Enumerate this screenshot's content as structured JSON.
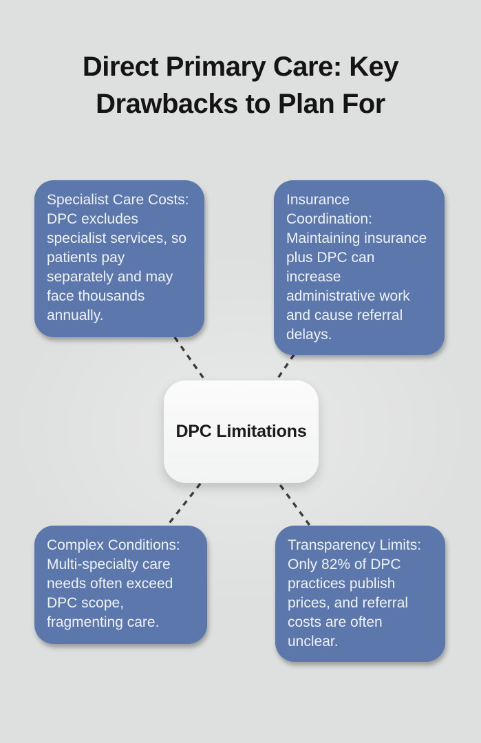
{
  "title": "Direct Primary Care: Key\nDrawbacks to Plan For",
  "center_node": {
    "label": "DPC Limitations"
  },
  "nodes": [
    {
      "id": "top-left",
      "text": "Specialist Care Costs:\nDPC excludes\nspecialist services, so\npatients pay\nseparately and may\nface thousands\nannually."
    },
    {
      "id": "top-right",
      "text": "Insurance\nCoordination:\nMaintaining insurance\nplus DPC can increase\nadministrative work\nand cause referral\ndelays."
    },
    {
      "id": "bottom-left",
      "text": "Complex Conditions:\nMulti-specialty care\nneeds often exceed\nDPC scope,\nfragmenting care."
    },
    {
      "id": "bottom-right",
      "text": "Transparency Limits:\nOnly 82% of DPC\npractices publish\nprices, and referral\ncosts are often\nunclear."
    }
  ],
  "colors": {
    "background": "#dedfdf",
    "node_fill": "#5b77ab",
    "node_text": "#eff2f7",
    "center_fill": "#f8f8f8",
    "center_text": "#1b1b1b",
    "title_text": "#141414",
    "connector": "#3c3c3c"
  }
}
